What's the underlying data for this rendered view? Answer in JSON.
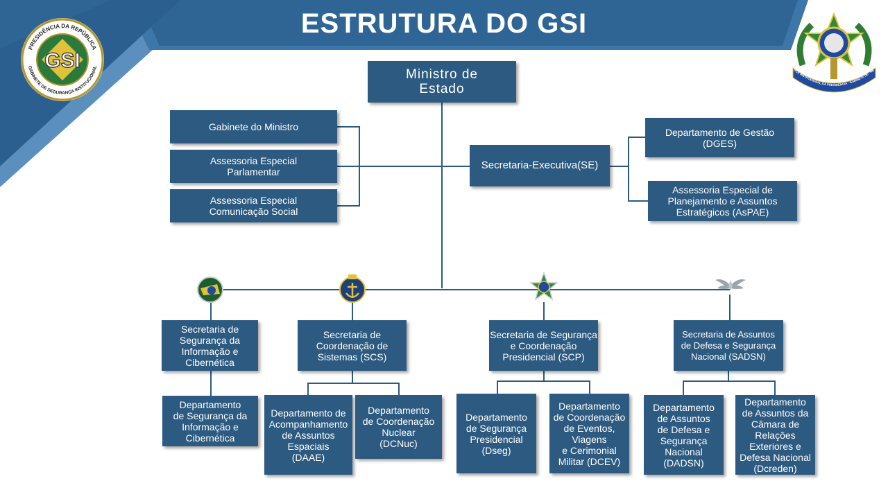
{
  "header": {
    "title": "ESTRUTURA DO GSI",
    "seal_top_text": "PRESIDÊNCIA DA REPÚBLICA",
    "seal_center_text": "GSI",
    "seal_bottom_text": "GABINETE DE SEGURANÇA INSTITUCIONAL",
    "coat_of_arms_icon": "brazil-coat-of-arms-icon",
    "coat_ribbon_text": "SEGURANÇA INSTITUCIONAL DA PRESIDÊNCIA · GABINETE DE · REPÚBLICA"
  },
  "colors": {
    "box": "#2c5a80",
    "line": "#2c5a80",
    "banner": "#2f6594",
    "banner_light": "#5b8fbd",
    "gold": "#b8962e"
  },
  "org": {
    "minister": "Ministro de\nEstado",
    "gabinete": "Gabinete do Ministro",
    "assessoria_parlamentar": "Assessoria Especial\nParlamentar",
    "assessoria_comunicacao": "Assessoria Especial\nComunicação Social",
    "secretaria_executiva": "Secretaria-Executiva(SE)",
    "dges": "Departamento de Gestão\n(DGES)",
    "aspae": "Assessoria Especial de\nPlanejamento e Assuntos\nEstratégicos (AsPAE)",
    "secretarias": [
      {
        "label": "Secretaria de\nSegurança da\nInformação e\nCibernética",
        "emblem": "cyber-command-emblem-icon"
      },
      {
        "label": "Secretaria de\nCoordenação de\nSistemas (SCS)",
        "emblem": "navy-anchor-emblem-icon"
      },
      {
        "label": "Secretaria de Segurança\ne Coordenação\nPresidencial  (SCP)",
        "emblem": "army-star-emblem-icon"
      },
      {
        "label": "Secretaria de Assuntos\nde Defesa e Segurança\nNacional  (SADSN)",
        "emblem": "air-force-wings-emblem-icon"
      }
    ],
    "departamentos": {
      "dsic": "Departamento\nde Segurança da\nInformação e\nCibernética",
      "daae": "Departamento de\nAcompanhamento\nde Assuntos\nEspaciais\n(DAAE)",
      "dcnuc": "Departamento\nde Coordenação\nNuclear\n(DCNuc)",
      "dseg": "Departamento\nde Segurança\nPresidencial\n(Dseg)",
      "dcev": "Departamento\nde Coordenação\nde Eventos,\nViagens\ne Cerimonial\nMilitar (DCEV)",
      "dadsn": "Departamento\nde Assuntos\nde Defesa  e\nSegurança\nNacional\n(DADSN)",
      "dcreden": "Departamento\nde Assuntos da\nCâmara de\nRelações\nExteriores e\nDefesa Nacional\n(Dcreden)"
    }
  }
}
